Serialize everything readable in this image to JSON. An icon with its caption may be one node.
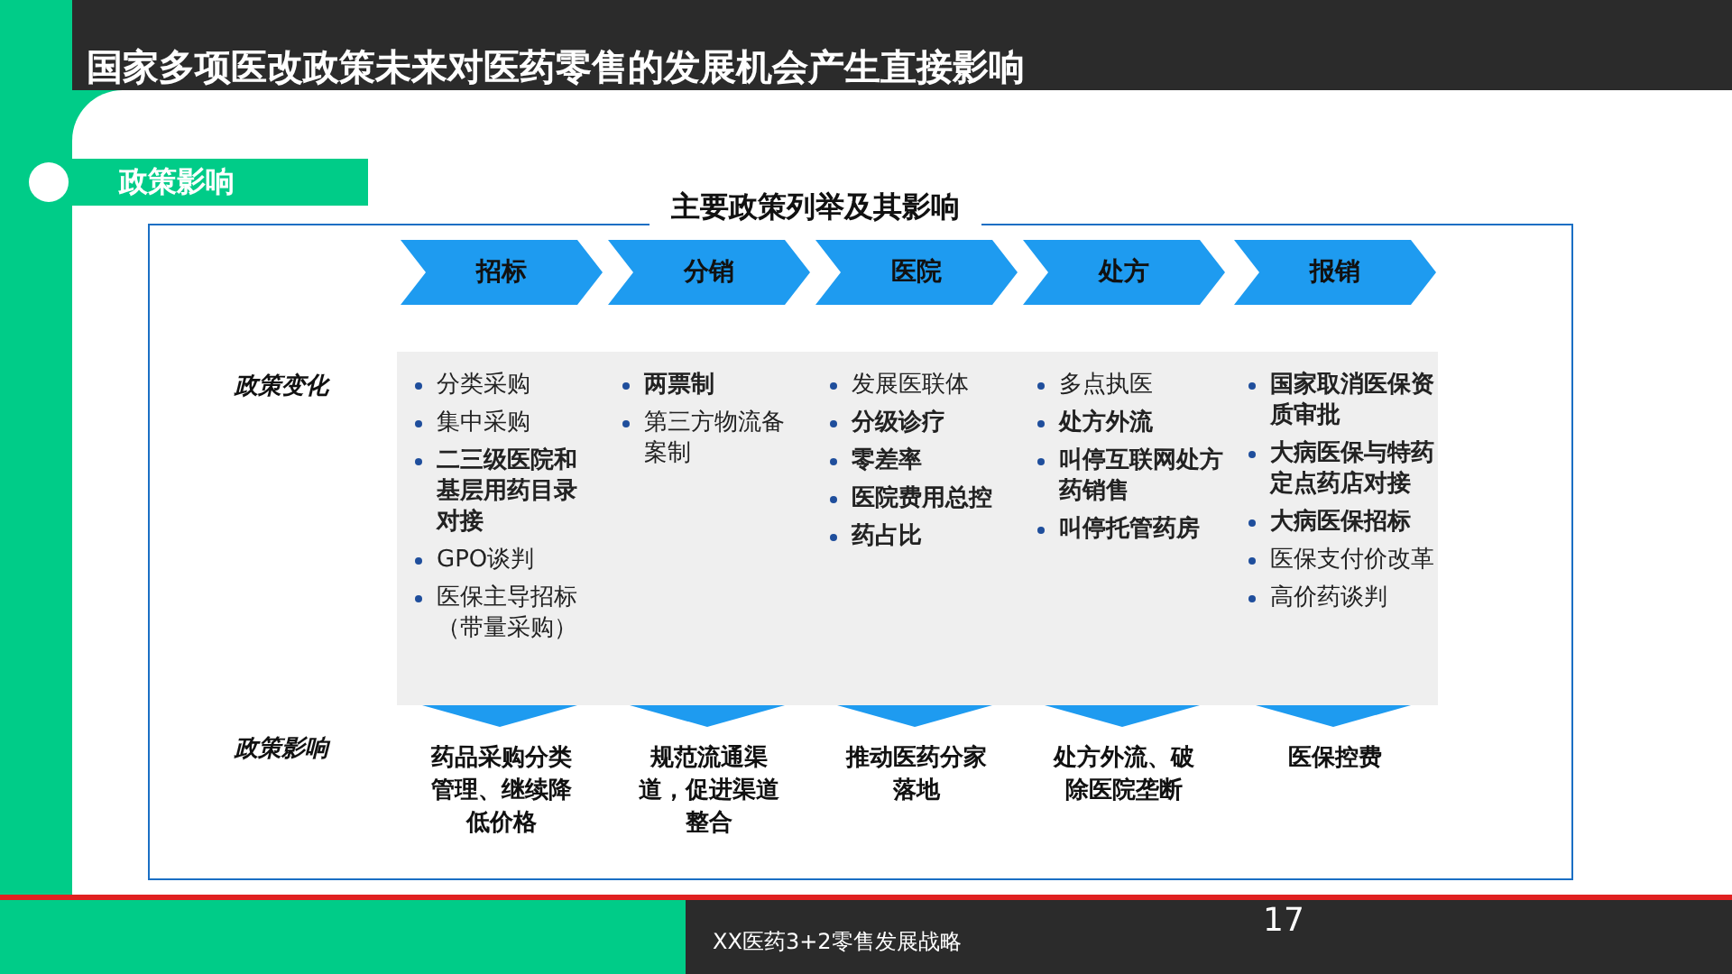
{
  "diagram": {
    "title": "国家多项医改政策未来对医药零售的发展机会产生直接影响",
    "nodes": [
      {
        "text": [
          "政策影响"
        ]
      },
      {
        "text": [
          "招标"
        ]
      },
      {
        "text": [
          "分销"
        ]
      },
      {
        "text": [
          "医院"
        ]
      },
      {
        "text": [
          "处方"
        ]
      },
      {
        "text": [
          "报销"
        ]
      }
    ],
    "labels": [
      "主要政策列举及其影响",
      "政策变化",
      "分类采购",
      "集中采购",
      "二三级医院和基层用药目录对接",
      "GPO谈判",
      "医保主导招标（带量采购）",
      "两票制",
      "第三方物流备案制",
      "发展医联体",
      "分级诊疗",
      "零差率",
      "医院费用总控",
      "药占比",
      "多点执医",
      "处方外流",
      "叫停互联网处方药销售",
      "叫停托管药房",
      "国家取消医保资质审批",
      "大病医保与特药定点药店对接",
      "大病医保招标",
      "医保支付价改革",
      "高价药谈判",
      "政策影响",
      "药品采购分类管理、继续降低价格",
      "规范流通渠道，促进渠道整合",
      "推动医药分家落地",
      "处方外流、破除医院垄断",
      "医保控费",
      "XX医药3+2零售发展战略",
      "17"
    ]
  }
}
